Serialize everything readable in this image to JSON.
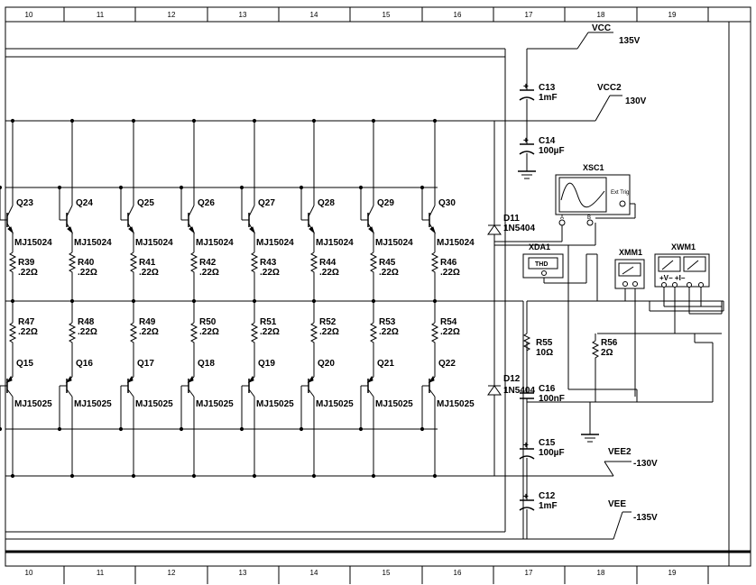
{
  "border": {
    "columns": [
      "10",
      "11",
      "12",
      "13",
      "14",
      "15",
      "16",
      "17",
      "18",
      "19"
    ]
  },
  "upper_transistors": [
    {
      "ref": "Q23",
      "part": "MJ15024"
    },
    {
      "ref": "Q24",
      "part": "MJ15024"
    },
    {
      "ref": "Q25",
      "part": "MJ15024"
    },
    {
      "ref": "Q26",
      "part": "MJ15024"
    },
    {
      "ref": "Q27",
      "part": "MJ15024"
    },
    {
      "ref": "Q28",
      "part": "MJ15024"
    },
    {
      "ref": "Q29",
      "part": "MJ15024"
    },
    {
      "ref": "Q30",
      "part": "MJ15024"
    }
  ],
  "upper_emitter_resistors": [
    {
      "ref": "R39",
      "value": ".22Ω"
    },
    {
      "ref": "R40",
      "value": ".22Ω"
    },
    {
      "ref": "R41",
      "value": ".22Ω"
    },
    {
      "ref": "R42",
      "value": ".22Ω"
    },
    {
      "ref": "R43",
      "value": ".22Ω"
    },
    {
      "ref": "R44",
      "value": ".22Ω"
    },
    {
      "ref": "R45",
      "value": ".22Ω"
    },
    {
      "ref": "R46",
      "value": ".22Ω"
    }
  ],
  "lower_emitter_resistors": [
    {
      "ref": "R47",
      "value": ".22Ω"
    },
    {
      "ref": "R48",
      "value": ".22Ω"
    },
    {
      "ref": "R49",
      "value": ".22Ω"
    },
    {
      "ref": "R50",
      "value": ".22Ω"
    },
    {
      "ref": "R51",
      "value": ".22Ω"
    },
    {
      "ref": "R52",
      "value": ".22Ω"
    },
    {
      "ref": "R53",
      "value": ".22Ω"
    },
    {
      "ref": "R54",
      "value": ".22Ω"
    }
  ],
  "lower_transistors": [
    {
      "ref": "Q15",
      "part": "MJ15025"
    },
    {
      "ref": "Q16",
      "part": "MJ15025"
    },
    {
      "ref": "Q17",
      "part": "MJ15025"
    },
    {
      "ref": "Q18",
      "part": "MJ15025"
    },
    {
      "ref": "Q19",
      "part": "MJ15025"
    },
    {
      "ref": "Q20",
      "part": "MJ15025"
    },
    {
      "ref": "Q21",
      "part": "MJ15025"
    },
    {
      "ref": "Q22",
      "part": "MJ15025"
    }
  ],
  "diodes": [
    {
      "ref": "D11",
      "part": "1N5404"
    },
    {
      "ref": "D12",
      "part": "1N5404"
    }
  ],
  "capacitors": {
    "c13": {
      "ref": "C13",
      "value": "1mF"
    },
    "c14": {
      "ref": "C14",
      "value": "100µF"
    },
    "c16": {
      "ref": "C16",
      "value": "100nF"
    },
    "c15": {
      "ref": "C15",
      "value": "100µF"
    },
    "c12": {
      "ref": "C12",
      "value": "1mF"
    }
  },
  "resistors": {
    "r55": {
      "ref": "R55",
      "value": "10Ω"
    },
    "r56": {
      "ref": "R56",
      "value": "2Ω"
    }
  },
  "supplies": {
    "vcc": {
      "name": "VCC",
      "voltage": "135V"
    },
    "vcc2": {
      "name": "VCC2",
      "voltage": "130V"
    },
    "vee2": {
      "name": "VEE2",
      "voltage": "-130V"
    },
    "vee": {
      "name": "VEE",
      "voltage": "-135V"
    }
  },
  "instruments": {
    "oscilloscope": {
      "ref": "XSC1",
      "ext_trig": "Ext Trig",
      "ch_a": "A",
      "ch_b": "B"
    },
    "distortion_analyzer": {
      "ref": "XDA1",
      "display": "THD"
    },
    "multimeter": {
      "ref": "XMM1"
    },
    "wattmeter": {
      "ref": "XWM1",
      "terms": "+V−  +I−"
    }
  }
}
